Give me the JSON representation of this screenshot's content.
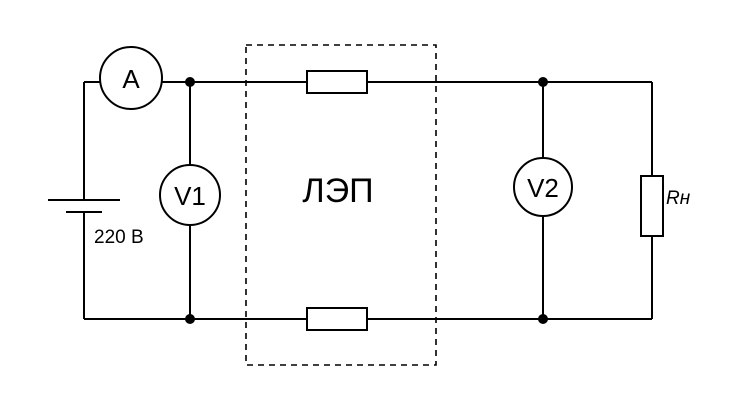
{
  "ammeter": {
    "label": "A"
  },
  "voltmeter1": {
    "label": "V1"
  },
  "voltmeter2": {
    "label": "V2"
  },
  "source": {
    "label": "220 В"
  },
  "line": {
    "label": "ЛЭП"
  },
  "load": {
    "label": "Rн"
  }
}
